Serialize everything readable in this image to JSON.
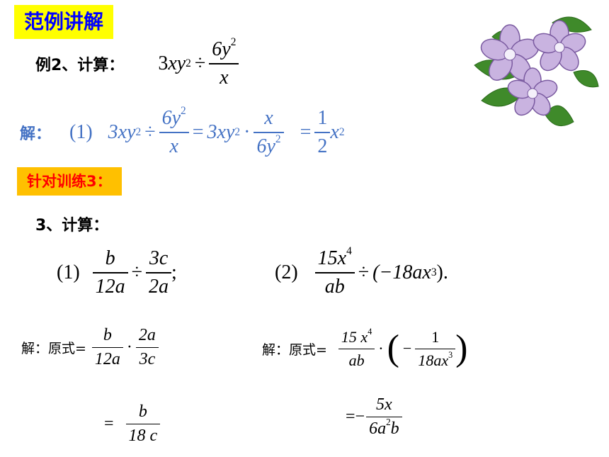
{
  "heading": {
    "label": "范例讲解"
  },
  "example": {
    "label": "例2、计算：",
    "expr": {
      "coef": "3",
      "var": "xy",
      "exp": "2",
      "div": "÷",
      "frac_num": "6y",
      "frac_num_exp": "2",
      "frac_den": "x"
    }
  },
  "solution1": {
    "label": "解：",
    "index": "(1)",
    "lhs": "3xy",
    "lhs_exp": "2",
    "div": "÷",
    "f1_num": "6y",
    "f1_num_exp": "2",
    "f1_den": "x",
    "eq": "=",
    "mid": "3xy",
    "mid_exp": "2",
    "dot": "·",
    "f2_num": "x",
    "f2_den": "6y",
    "f2_den_exp": "2",
    "eq2": "=",
    "res_num": "1",
    "res_den": "2",
    "res_var": "x",
    "res_exp": "2"
  },
  "practice": {
    "label": "针对训练3："
  },
  "exercise": {
    "label": "3、计算：",
    "p1": {
      "index": "(1)",
      "a_num": "b",
      "a_den": "12a",
      "div": "÷",
      "b_num": "3c",
      "b_den": "2a",
      "end": ";"
    },
    "p2": {
      "index": "(2)",
      "a_num": "15x",
      "a_num_exp": "4",
      "a_den": "ab",
      "div": "÷",
      "paren": "(−18ax",
      "paren_exp": "3",
      "end": ")."
    }
  },
  "answer1": {
    "label": "解：原式=",
    "f1_num": "b",
    "f1_den": "12a",
    "dot": "·",
    "f2_num": "2a",
    "f2_den": "3c",
    "eq": "=",
    "res_num": "b",
    "res_den": "18 c"
  },
  "answer2": {
    "label": "解：原式=",
    "f1_num": "15 x",
    "f1_num_exp": "4",
    "f1_den": "ab",
    "dot": "·",
    "minus": "−",
    "f2_num": "1",
    "f2_den": "18ax",
    "f2_den_exp": "3",
    "eq": "=−",
    "res_num": "5x",
    "res_den_a": "6a",
    "res_den_exp": "2",
    "res_den_b": "b"
  },
  "colors": {
    "heading_bg": "#ffff00",
    "heading_text": "#0000ff",
    "practice_bg": "#ffc000",
    "practice_text": "#ff0000",
    "solution_text": "#4472c4"
  }
}
